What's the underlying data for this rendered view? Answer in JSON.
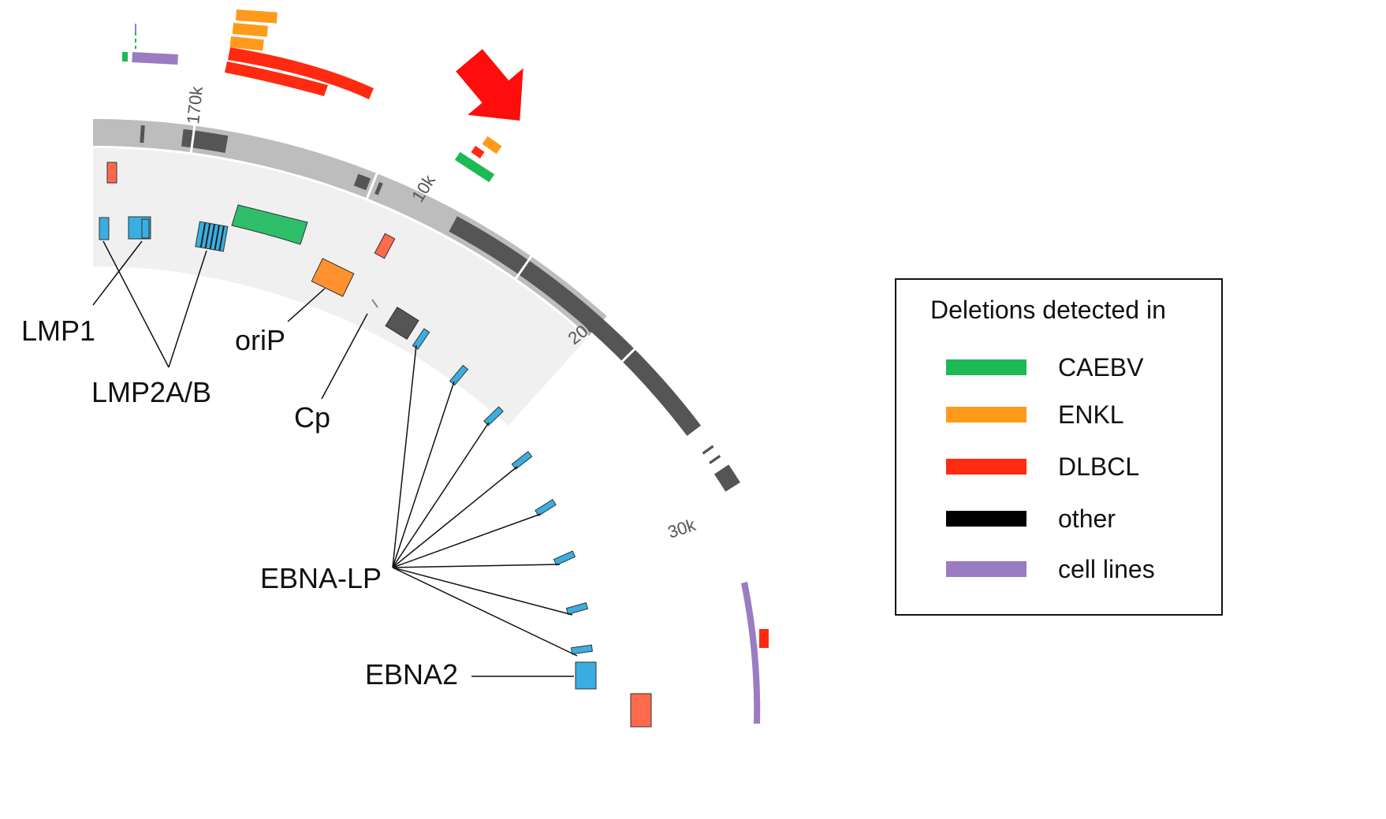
{
  "legend": {
    "title": "Deletions detected in",
    "items": [
      {
        "label": "CAEBV",
        "color": "#1db954"
      },
      {
        "label": "ENKL",
        "color": "#ff9a1a"
      },
      {
        "label": "DLBCL",
        "color": "#ff2a10"
      },
      {
        "label": "other",
        "color": "#000000"
      },
      {
        "label": "cell lines",
        "color": "#9b7bc2"
      }
    ]
  },
  "ticks": [
    "170k",
    "10k",
    "20k",
    "30k"
  ],
  "labels": {
    "lmp1": "LMP1",
    "lmp2": "LMP2A/B",
    "orip": "oriP",
    "cp": "Cp",
    "ebnalp": "EBNA-LP",
    "ebna2": "EBNA2"
  },
  "colors": {
    "track_outer": "#bdbdbd",
    "track_dark": "#555555",
    "track_inner": "#f0f0f0",
    "gene_blue": "#3aaee0",
    "gene_green": "#2fbf6a",
    "gene_orange": "#ff922e",
    "gene_red": "#ff6a4c",
    "arrow": "#ff0d0d"
  }
}
